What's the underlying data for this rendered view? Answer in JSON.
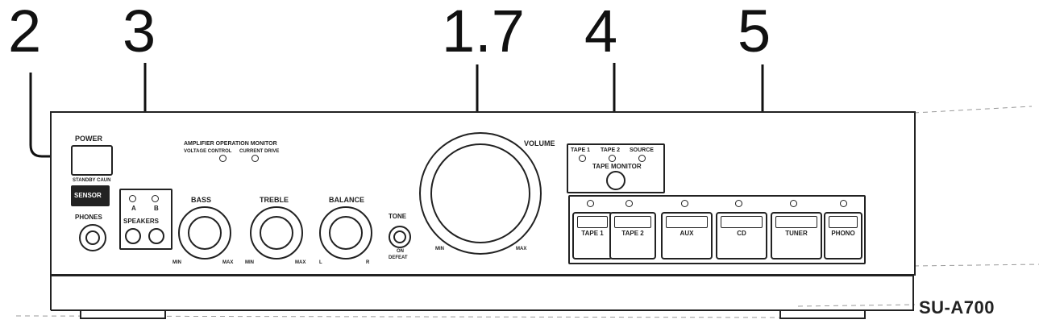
{
  "callouts": {
    "c2": "2",
    "c3": "3",
    "c17": "1.7",
    "c4": "4",
    "c5": "5"
  },
  "labels": {
    "power": "POWER",
    "standby": "STANDBY CAUN",
    "sensor": "SENSOR",
    "phones": "PHONES",
    "speakers": "SPEAKERS",
    "spk_a": "A",
    "spk_b": "B",
    "monitor_title": "AMPLIFIER OPERATION MONITOR",
    "voltage_control": "VOLTAGE CONTROL",
    "current_drive": "CURRENT DRIVE",
    "bass": "BASS",
    "treble": "TREBLE",
    "balance": "BALANCE",
    "tone": "TONE",
    "tone_on": "ON",
    "tone_defeat": "DEFEAT",
    "min": "MIN",
    "max": "MAX",
    "l": "L",
    "r": "R",
    "volume": "VOLUME",
    "vol_min": "MIN",
    "vol_max": "MAX",
    "tape1": "TAPE 1",
    "tape2": "TAPE 2",
    "source": "SOURCE",
    "tape_monitor": "TAPE MONITOR"
  },
  "selectors": [
    {
      "name": "TAPE 1"
    },
    {
      "name": "TAPE 2"
    },
    {
      "name": "AUX"
    },
    {
      "name": "CD"
    },
    {
      "name": "TUNER"
    },
    {
      "name": "PHONO"
    }
  ],
  "model": "SU-A700"
}
